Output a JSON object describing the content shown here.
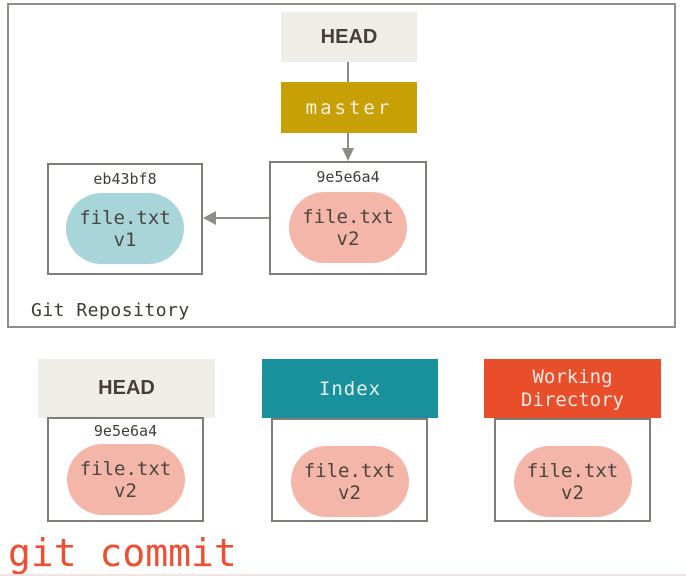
{
  "repository": {
    "label": "Git Repository",
    "head_label": "HEAD",
    "branch_label": "master",
    "commits": [
      {
        "hash": "eb43bf8",
        "file": "file.txt",
        "version": "v1"
      },
      {
        "hash": "9e5e6a4",
        "file": "file.txt",
        "version": "v2"
      }
    ]
  },
  "areas": [
    {
      "title": "HEAD",
      "hash": "9e5e6a4",
      "file": "file.txt",
      "version": "v2"
    },
    {
      "title": "Index",
      "file": "file.txt",
      "version": "v2"
    },
    {
      "title": "Working\nDirectory",
      "file": "file.txt",
      "version": "v2"
    }
  ],
  "command": "git commit",
  "colors": {
    "beige_header": "#efeee6",
    "gold_branch": "#c7a005",
    "teal_index": "#18919c",
    "orange_working_dir": "#e94e2b",
    "pink_blob": "#f5b6aa",
    "blue_blob": "#a8d5d9",
    "box_border": "#807d78",
    "outer_border": "#908e88",
    "arrow": "#8c8c88",
    "dark_text": "#3f3d38",
    "command_text": "#f04e31"
  }
}
